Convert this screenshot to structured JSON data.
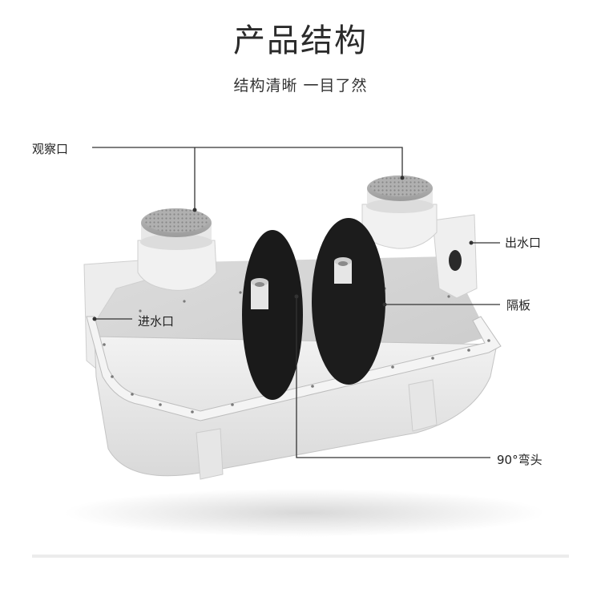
{
  "header": {
    "title": "产品结构",
    "subtitle": "结构清晰 一目了然"
  },
  "labels": {
    "observation_port": "观察口",
    "outlet": "出水口",
    "baffle": "隔板",
    "inlet": "进水口",
    "elbow": "90°弯头"
  }
}
